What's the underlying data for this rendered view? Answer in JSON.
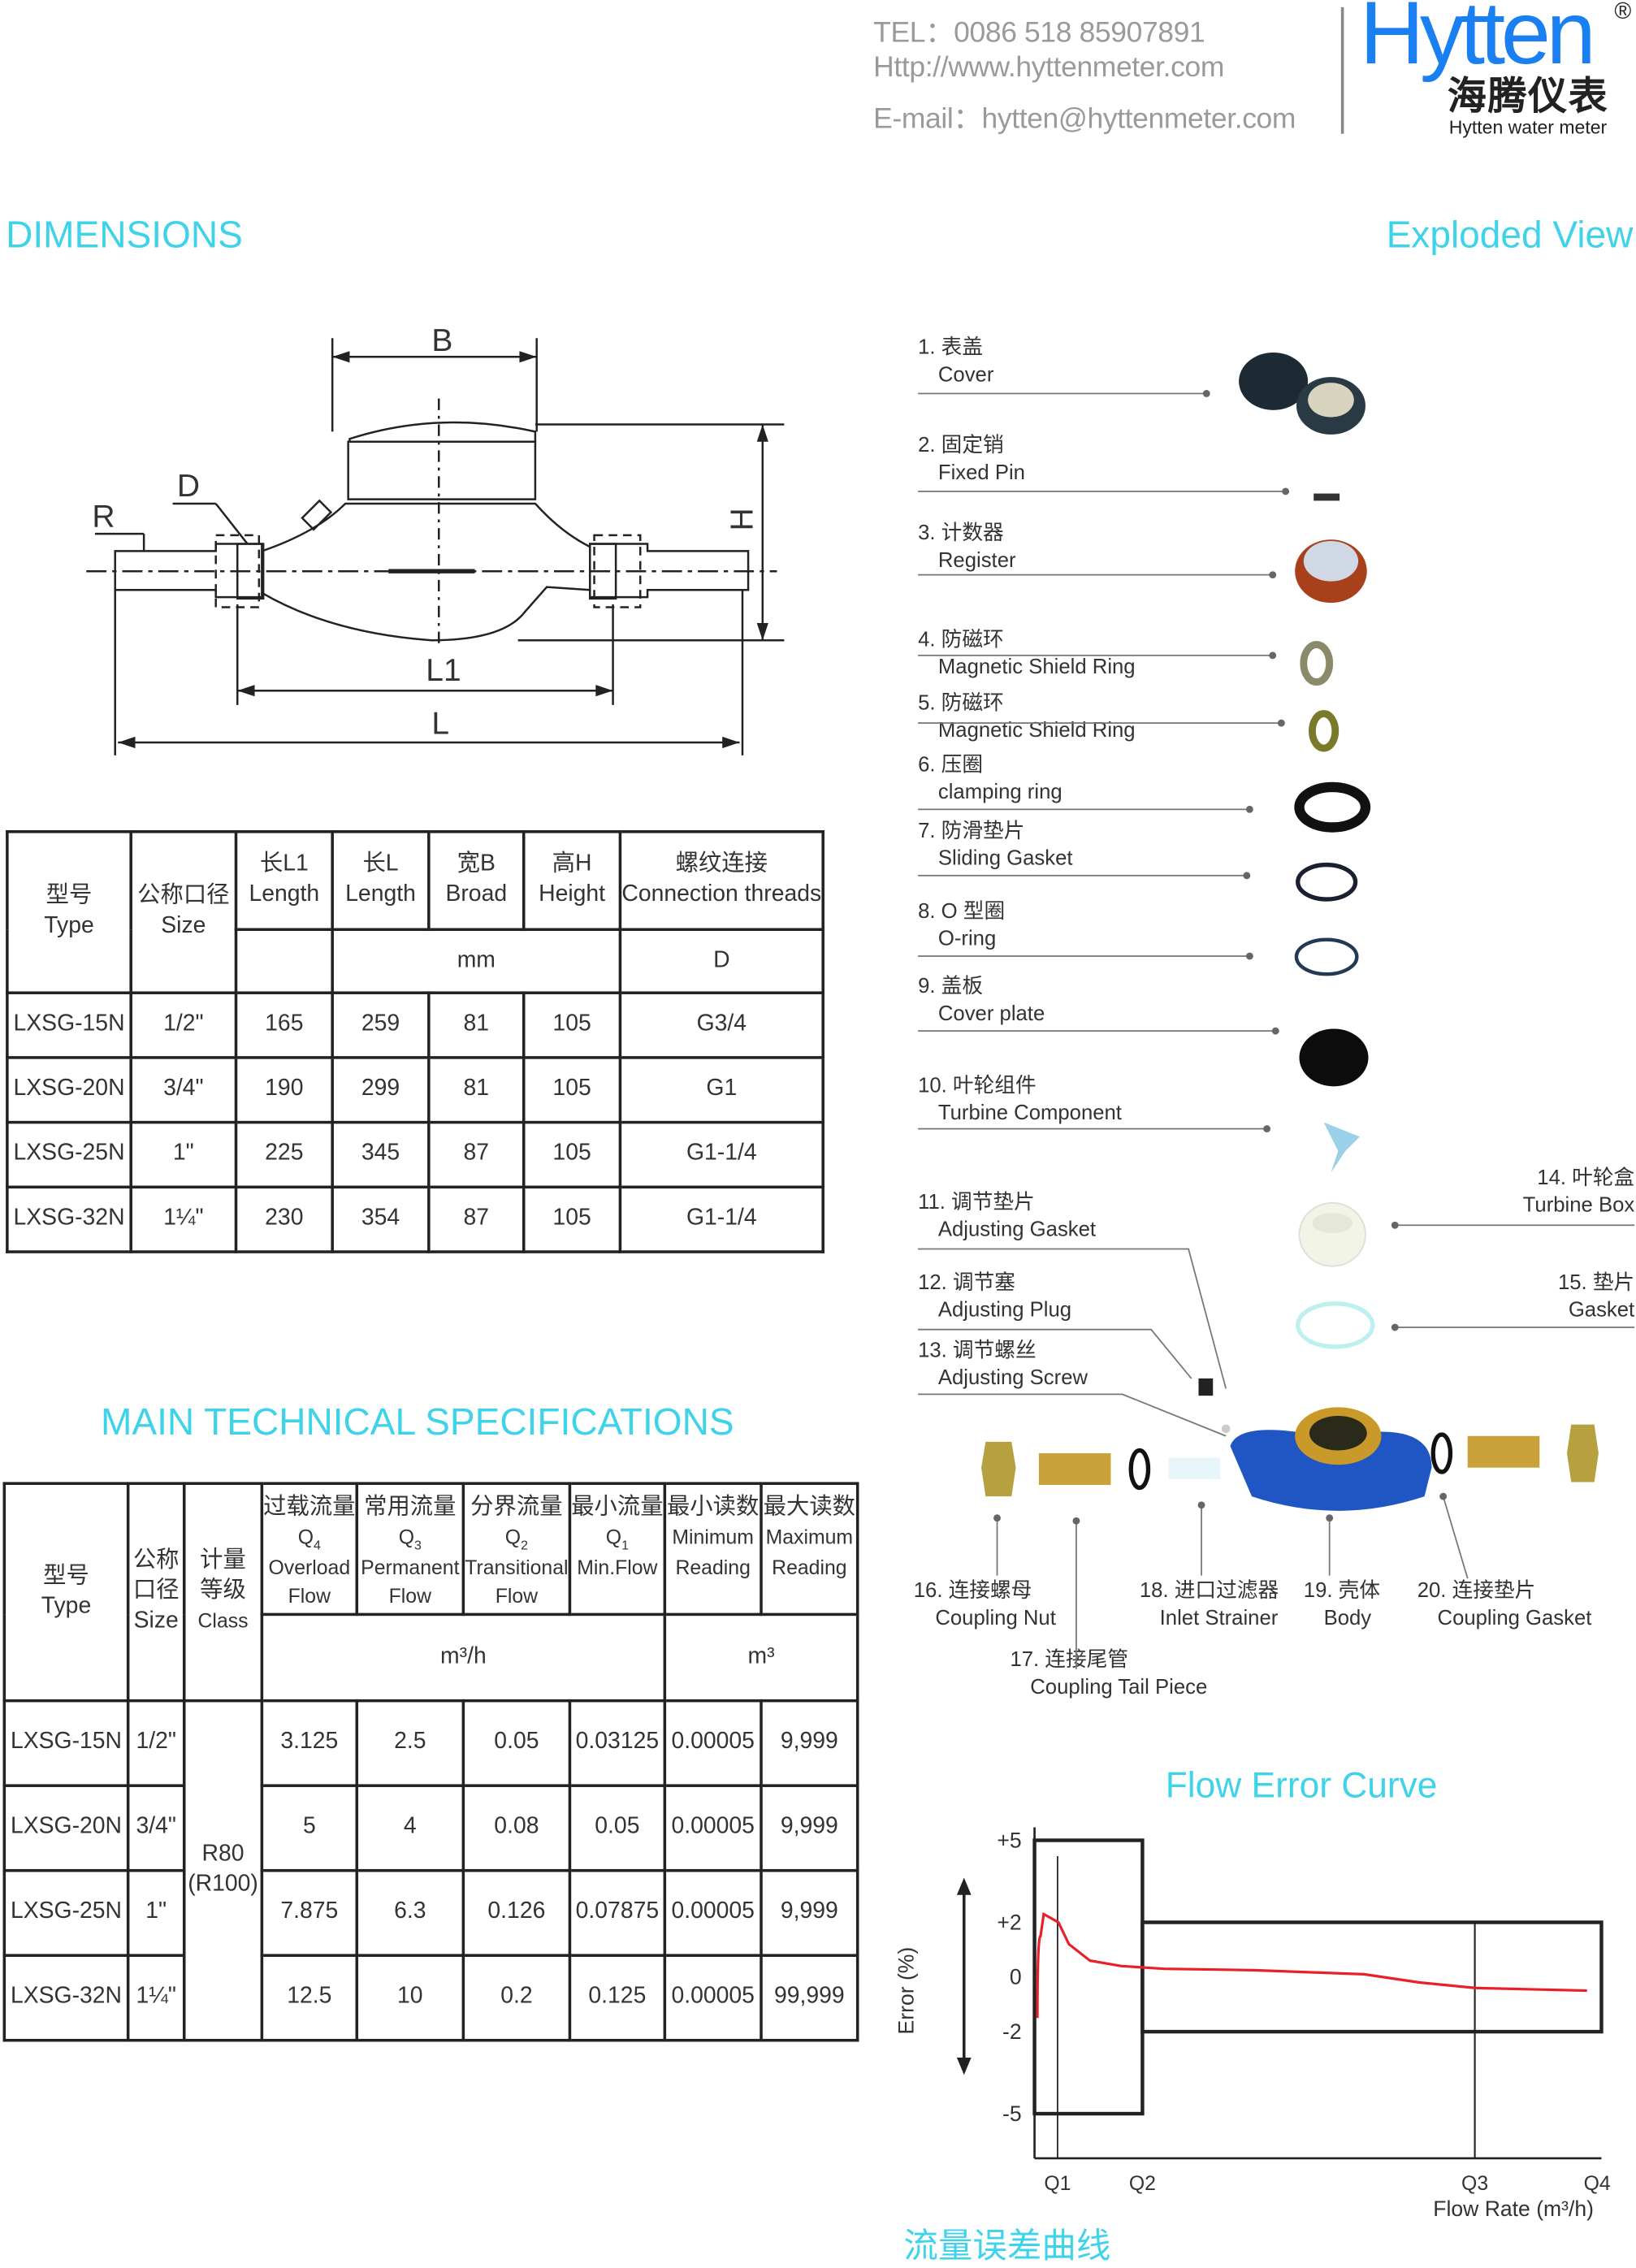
{
  "header": {
    "tel": "TEL：0086 518 85907891",
    "web": "Http://www.hyttenmeter.com",
    "email": "E-mail：hytten@hyttenmeter.com",
    "logo": {
      "brand": "Hytten",
      "registered": "®",
      "cn": "海腾仪表",
      "sub": "Hytten water meter"
    }
  },
  "colors": {
    "accent": "#3fd3ea",
    "brand_blue": "#1a7ff0",
    "brand_green": "#22d42a",
    "curve": "#e8202a"
  },
  "dimensions": {
    "title": "DIMENSIONS",
    "labels": {
      "B": "B",
      "D": "D",
      "R": "R",
      "H": "H",
      "L1": "L1",
      "L": "L"
    },
    "table": {
      "headers": [
        [
          "型号",
          "Type"
        ],
        [
          "公称口径",
          "Size"
        ],
        [
          "长L1",
          "Length"
        ],
        [
          "长L",
          "Length"
        ],
        [
          "宽B",
          "Broad"
        ],
        [
          "高H",
          "Height"
        ],
        [
          "螺纹连接",
          "Connection threads"
        ]
      ],
      "unit_mm": "mm",
      "unit_d": "D",
      "rows": [
        [
          "LXSG-15N",
          "1/2\"",
          "165",
          "259",
          "81",
          "105",
          "G3/4"
        ],
        [
          "LXSG-20N",
          "3/4\"",
          "190",
          "299",
          "81",
          "105",
          "G1"
        ],
        [
          "LXSG-25N",
          "1\"",
          "225",
          "345",
          "87",
          "105",
          "G1-1/4"
        ],
        [
          "LXSG-32N",
          "1¼\"",
          "230",
          "354",
          "87",
          "105",
          "G1-1/4"
        ]
      ]
    }
  },
  "exploded": {
    "title": "Exploded View",
    "items": [
      [
        "1. 表盖",
        "Cover"
      ],
      [
        "2. 固定销",
        "Fixed Pin"
      ],
      [
        "3. 计数器",
        "Register"
      ],
      [
        "4. 防磁环",
        "Magnetic Shield Ring"
      ],
      [
        "5. 防磁环",
        "Magnetic Shield Ring"
      ],
      [
        "6. 压圈",
        "clamping ring"
      ],
      [
        "7. 防滑垫片",
        "Sliding Gasket"
      ],
      [
        "8. O 型圈",
        "O-ring"
      ],
      [
        "9. 盖板",
        "Cover plate"
      ],
      [
        "10. 叶轮组件",
        "Turbine Component"
      ],
      [
        "11. 调节垫片",
        "Adjusting Gasket"
      ],
      [
        "12. 调节塞",
        "Adjusting Plug"
      ],
      [
        "13. 调节螺丝",
        "Adjusting Screw"
      ],
      [
        "14. 叶轮盒",
        "Turbine Box"
      ],
      [
        "15. 垫片",
        "Gasket"
      ],
      [
        "16. 连接螺母",
        "Coupling Nut"
      ],
      [
        "17. 连接尾管",
        "Coupling Tail Piece"
      ],
      [
        "18. 进口过滤器",
        "Inlet Strainer"
      ],
      [
        "19. 壳体",
        "Body"
      ],
      [
        "20. 连接垫片",
        "Coupling Gasket"
      ]
    ]
  },
  "specs": {
    "title": "MAIN TECHNICAL SPECIFICATIONS",
    "headers": {
      "type": [
        "型号",
        "Type"
      ],
      "size": [
        "公称",
        "口径",
        "Size"
      ],
      "class": [
        "计量",
        "等级",
        "Class"
      ],
      "q4": [
        "过载流量",
        "Q4",
        "Overload",
        "Flow"
      ],
      "q3": [
        "常用流量",
        "Q3",
        "Permanent",
        "Flow"
      ],
      "q2": [
        "分界流量",
        "Q2",
        "Transitional",
        "Flow"
      ],
      "q1": [
        "最小流量",
        "Q1",
        "Min.Flow"
      ],
      "min": [
        "最小读数",
        "Minimum",
        "Reading"
      ],
      "max": [
        "最大读数",
        "Maximum",
        "Reading"
      ]
    },
    "unit_flow": "m³/h",
    "unit_vol": "m³",
    "class_value": "R80\n(R100)",
    "rows": [
      [
        "LXSG-15N",
        "1/2\"",
        "3.125",
        "2.5",
        "0.05",
        "0.03125",
        "0.00005",
        "9,999"
      ],
      [
        "LXSG-20N",
        "3/4\"",
        "5",
        "4",
        "0.08",
        "0.05",
        "0.00005",
        "9,999"
      ],
      [
        "LXSG-25N",
        "1\"",
        "7.875",
        "6.3",
        "0.126",
        "0.07875",
        "0.00005",
        "9,999"
      ],
      [
        "LXSG-32N",
        "1¼\"",
        "12.5",
        "10",
        "0.2",
        "0.125",
        "0.00005",
        "99,999"
      ]
    ]
  },
  "chart_data": {
    "type": "line",
    "title": "Flow Error Curve",
    "caption": "流量误差曲线",
    "ylabel": "Error (%)",
    "xlabel": "Flow Rate (m³/h)",
    "yticks": [
      "+5",
      "+2",
      "0",
      "-2",
      "-5"
    ],
    "ytick_values": [
      5,
      2,
      0,
      -2,
      -5
    ],
    "xticks": [
      "Q1",
      "Q2",
      "Q3",
      "Q4"
    ],
    "envelope": {
      "low_zone": [
        -5,
        5
      ],
      "high_zone": [
        -2,
        2
      ]
    },
    "series": [
      {
        "name": "error",
        "x": [
          0,
          0.05,
          0.1,
          0.2,
          0.3,
          0.5,
          0.8,
          1.2,
          2,
          3,
          3.5,
          4,
          5
        ],
        "y": [
          -1.5,
          1.5,
          2.3,
          2.0,
          1.2,
          0.6,
          0.4,
          0.3,
          0.25,
          0.1,
          -0.2,
          -0.4,
          -0.5
        ]
      }
    ]
  }
}
